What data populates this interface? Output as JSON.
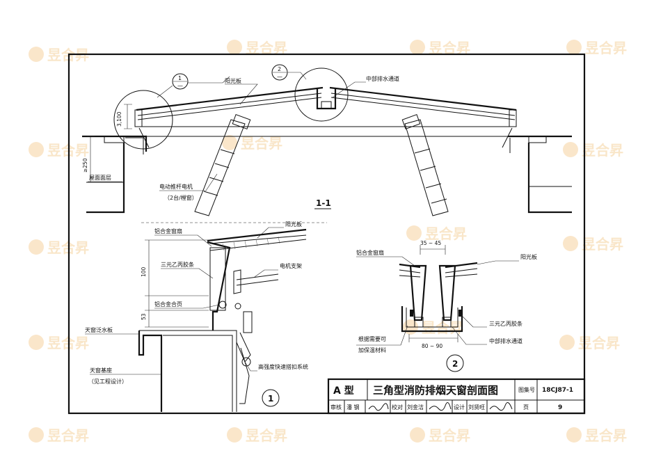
{
  "watermark": {
    "text": "昱合昇"
  },
  "section": {
    "mark": "1-1"
  },
  "callouts": {
    "c1": {
      "num": "1",
      "den": "—"
    },
    "c2": {
      "num": "2",
      "den": "—"
    },
    "detail1": "1",
    "detail2": "2"
  },
  "labels": {
    "sunboard_top": "阳光板",
    "drain_top": "中部排水通道",
    "roof_layer": "屋面面层",
    "actuator": "电动推杆电机",
    "actuator_sub": "（2台/樘窗）",
    "d1_frame": "铝合金窗扇",
    "d1_sunboard": "阳光板",
    "d1_epdm": "三元乙丙胶条",
    "d1_bracket": "电机支架",
    "d1_hinge": "铝合金合页",
    "d1_flashing": "天窗泛水板",
    "d1_buckle": "高强度快速搭扣系统",
    "d1_base": "天窗基座",
    "d1_base_sub": "（见工程设计）",
    "d2_frame": "铝合金窗扇",
    "d2_sunboard": "阳光板",
    "d2_epdm": "三元乙丙胶条",
    "d2_drain": "中部排水通道",
    "d2_insul1": "根据需要可",
    "d2_insul2": "加保温材料"
  },
  "dims": {
    "d_3100": "3,100",
    "d_250": "≥250",
    "d_100": "100",
    "d_53": "53",
    "d_3545": "35 ~ 45",
    "d_8090": "80 ~ 90"
  },
  "titleblock": {
    "type_label": "A 型",
    "title": "三角型消防排烟天窗剖面图",
    "atlas_label": "图集号",
    "atlas_no": "18CJ87-1",
    "review_label": "审核",
    "reviewer": "潘 钢",
    "check_label": "校对",
    "checker": "刘金洁",
    "design_label": "设计",
    "designer": "刘贤旺",
    "page_label": "页",
    "page_no": "9"
  },
  "colors": {
    "line": "#111111",
    "watermark": "#f3c88a",
    "background": "#ffffff"
  }
}
